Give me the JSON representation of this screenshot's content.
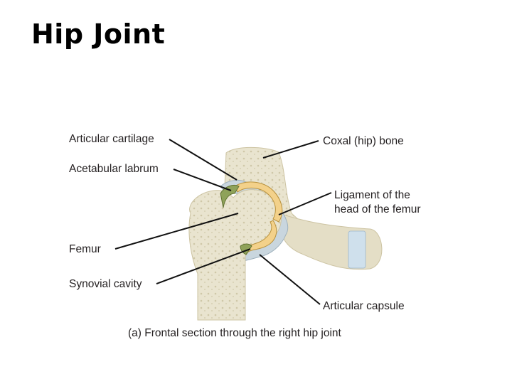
{
  "title": "Hip Joint",
  "labels": {
    "articular_cartilage": "Articular cartilage",
    "acetabular_labrum": "Acetabular labrum",
    "femur": "Femur",
    "synovial_cavity": "Synovial cavity",
    "coxal_bone": "Coxal (hip) bone",
    "ligament_line1": "Ligament of the",
    "ligament_line2": "head of the femur",
    "articular_capsule": "Articular capsule"
  },
  "caption": "(a) Frontal section through the right hip joint",
  "colors": {
    "bone": "#e9e4cf",
    "bone_shadow": "#d8d1b6",
    "cartilage": "#f3d18a",
    "labrum": "#8fa25a",
    "capsule": "#c9d6de",
    "ligament_band": "#cfe0ec"
  }
}
